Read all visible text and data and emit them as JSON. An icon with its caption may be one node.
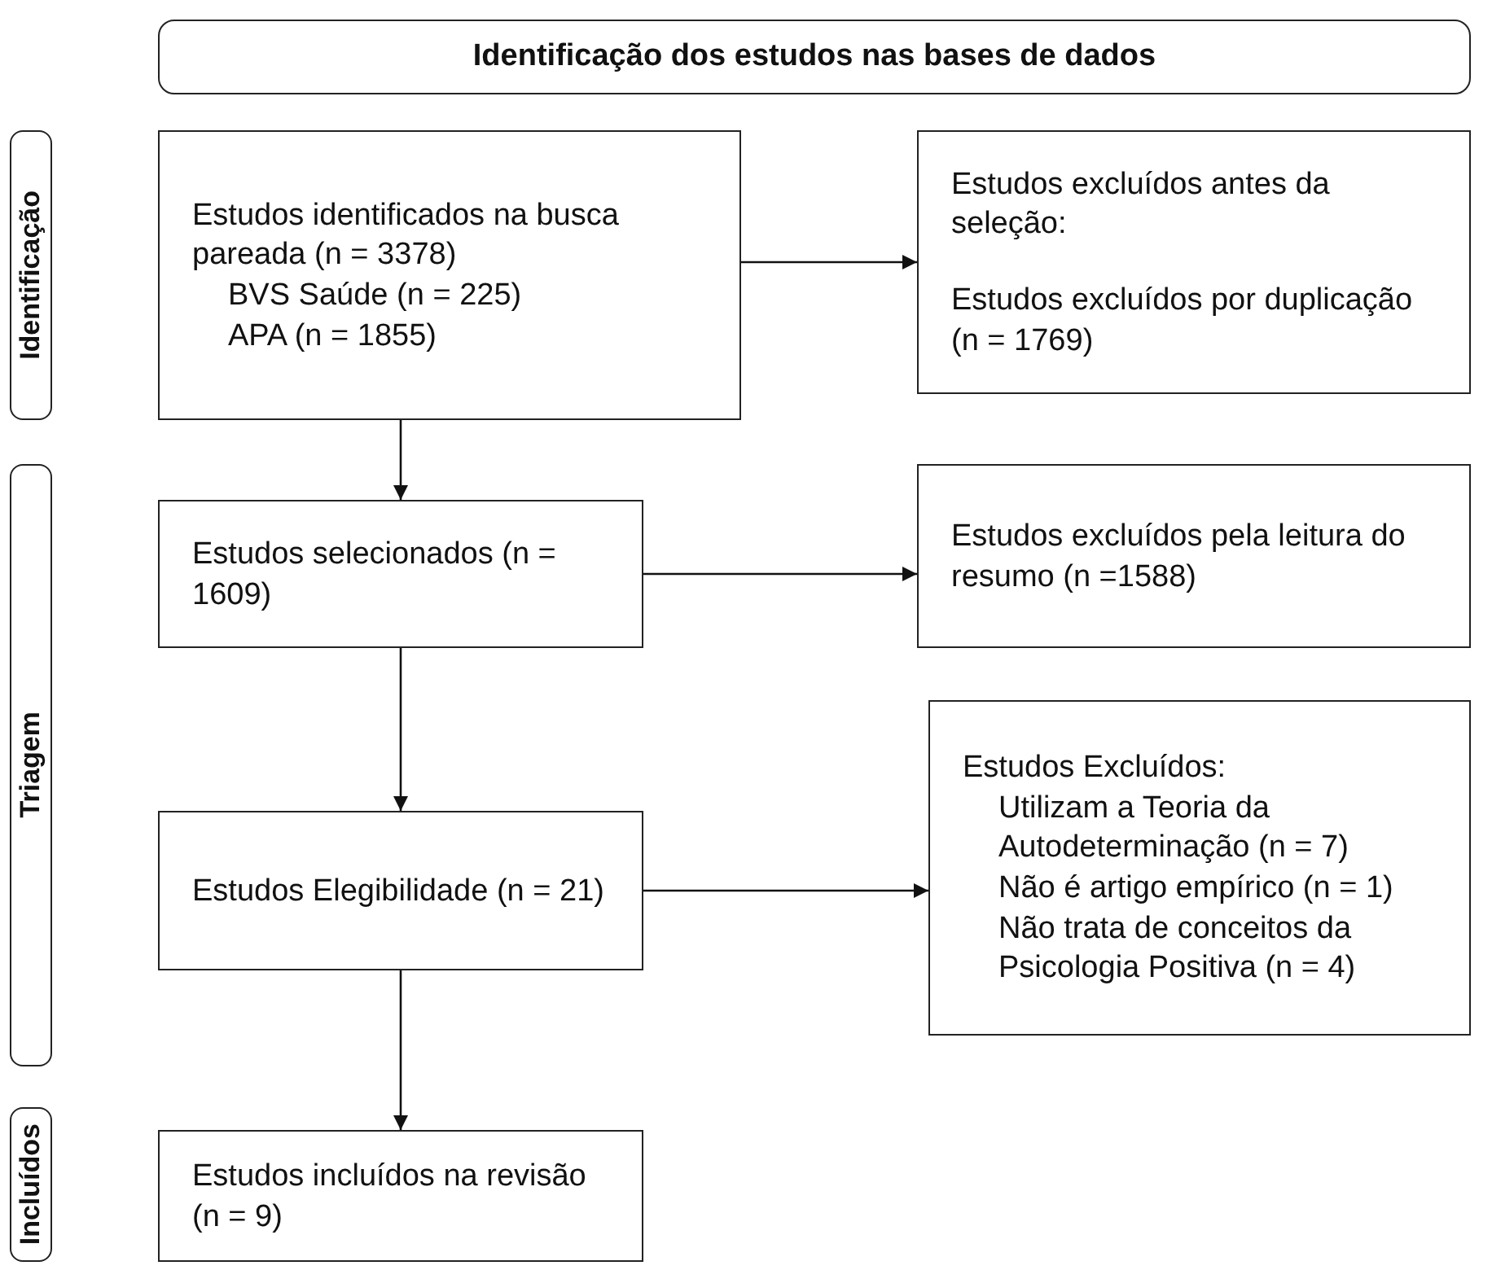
{
  "diagram": {
    "nodes": [
      {
        "text": [
          "Identificação dos estudos nas bases de dados"
        ]
      },
      {
        "text": [
          "Identificação"
        ]
      },
      {
        "text": [
          "Estudos identificados na busca pareada (n = 3378)",
          "BVS Saúde (n = 225)",
          "APA (n = 1855)"
        ]
      },
      {
        "text": [
          "Estudos excluídos antes da seleção:",
          "Estudos excluídos por duplicação (n = 1769)"
        ]
      },
      {
        "text": [
          "Triagem"
        ]
      },
      {
        "text": [
          "Estudos selecionados (n = 1609)"
        ]
      },
      {
        "text": [
          "Estudos excluídos pela leitura do resumo (n =1588)"
        ]
      },
      {
        "text": [
          "Estudos Elegibilidade (n = 21)"
        ]
      },
      {
        "text": [
          "Estudos Excluídos:",
          "Utilizam a Teoria da Autodeterminação (n = 7)",
          "Não é artigo empírico (n = 1)",
          "Não trata de conceitos da Psicologia Positiva (n = 4)"
        ]
      },
      {
        "text": [
          "Incluídos"
        ]
      },
      {
        "text": [
          "Estudos incluídos na revisão (n = 9)"
        ]
      }
    ],
    "edges": [
      {
        "from": 2,
        "to": 3,
        "arrow": "to"
      },
      {
        "from": 2,
        "to": 5,
        "arrow": "to"
      },
      {
        "from": 5,
        "to": 6,
        "arrow": "to"
      },
      {
        "from": 5,
        "to": 7,
        "arrow": "to"
      },
      {
        "from": 7,
        "to": 8,
        "arrow": "to"
      },
      {
        "from": 7,
        "to": 10,
        "arrow": "to"
      }
    ]
  }
}
